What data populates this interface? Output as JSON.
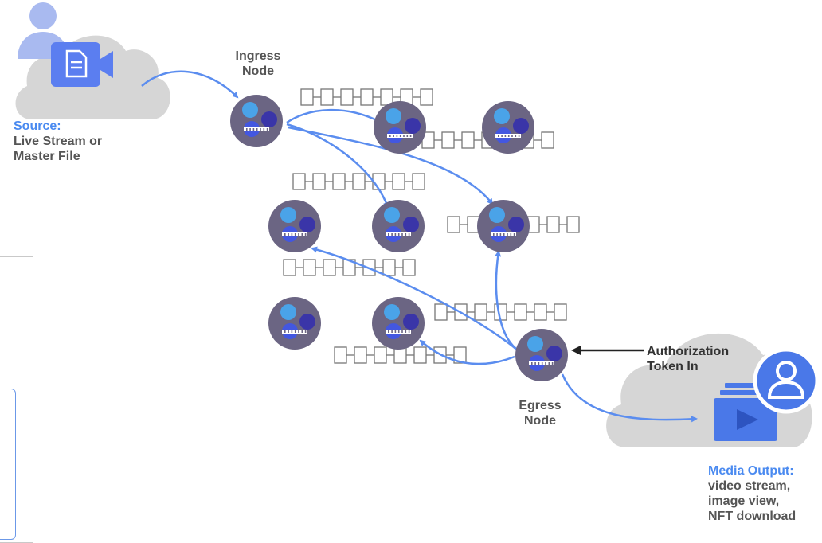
{
  "source": {
    "title": "Source:",
    "line1": "Live Stream or",
    "line2": "Master File"
  },
  "ingress": {
    "line1": "Ingress",
    "line2": "Node"
  },
  "egress": {
    "line1": "Egress",
    "line2": "Node"
  },
  "auth": {
    "line1": "Authorization",
    "line2": "Token In"
  },
  "output": {
    "title": "Media Output:",
    "line1": "video stream,",
    "line2": "image view,",
    "line3": "NFT download"
  },
  "colors": {
    "node_fill": "#6b6583",
    "dot_light": "#4aa3e8",
    "dot_mid": "#4357e0",
    "dot_dark": "#3a35a8",
    "arrow": "#5b8def",
    "cloud": "#d6d6d6",
    "accent_label": "#4a8af0",
    "label": "#555555"
  },
  "icons": [
    "person-icon",
    "document-icon",
    "video-camera-icon",
    "media-player-icon",
    "user-avatar-icon"
  ]
}
